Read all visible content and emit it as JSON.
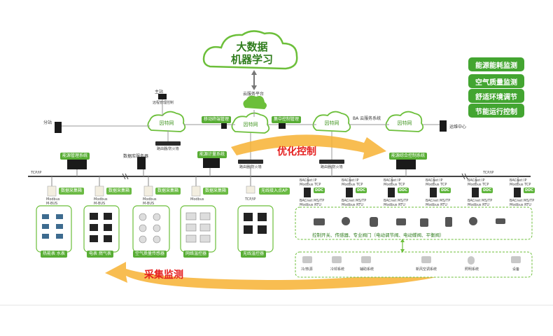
{
  "bigdata_cloud": {
    "line1": "大数据",
    "line2": "机器学习"
  },
  "cloud_platform": "云服务平台",
  "side_buttons": [
    "能源能耗监测",
    "空气质量监测",
    "舒适环境调节",
    "节能运行控制"
  ],
  "arrows": {
    "optimize": "优化控制",
    "collect": "采集监测"
  },
  "top_nodes": {
    "main_station": "主站",
    "main_sub": "远程管理控制",
    "branch": "分站",
    "remote_center": "运维中心",
    "mobile_mgmt": "移动终端管理",
    "central_ctrl": "集中控制管理",
    "ba_cloud": "BA 云服务系统"
  },
  "net_clouds": [
    "因特网",
    "因特网",
    "因特网",
    "因特网"
  ],
  "routers": [
    "路由器/防火墙",
    "路由器/防火墙",
    "路由器/防火墙"
  ],
  "lan_boxes": {
    "energy_mgmt": "能源管理系统",
    "db_server": "数据库服务器",
    "energy_meter_sys": "能源计量系统",
    "ba_integrated": "能源综合控制系统"
  },
  "tcp_left": "TCP/IP",
  "tcp_right": "TCP/IP",
  "collectors": [
    "数据采集箱",
    "数据采集箱",
    "数据采集箱",
    "数据采集箱"
  ],
  "wireless_ap": "无线接入点AP",
  "bus_labels": [
    "Modbus\nM-BUS",
    "Modbus\nM-BUS",
    "Modbus\nM-BUS",
    "Modbus",
    "TCP/IP"
  ],
  "device_groups": [
    "热能表 水表",
    "电表 燃气表",
    "空气质量传感器",
    "网络温控器",
    "无线温控器"
  ],
  "ddc_label": "DDC",
  "bacnet_top": "BACnet IP\nModbus TCP",
  "bacnet_bottom": "BACnet MS/TP\nModbus RTU",
  "ba_devices_text": "控制开关、传感器、专业阀门（电动调节阀、电动蝶阀、平衡阀）",
  "ba_systems": [
    "冷/热源",
    "冷却系统",
    "辅助系统",
    "新风空调系统",
    "照明系统",
    "设备"
  ]
}
